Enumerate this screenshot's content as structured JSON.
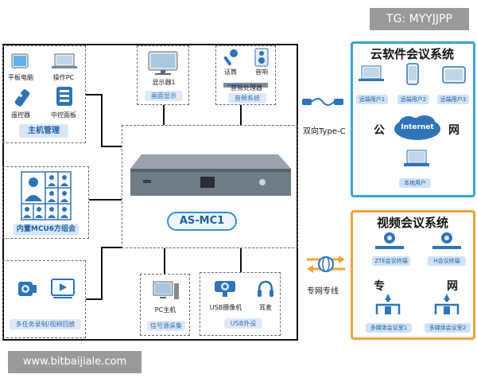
{
  "watermark_top": "TG: MYYJJPP",
  "watermark_bottom": "www.bitbaijiale.com",
  "device": {
    "name": "AS-MC1"
  },
  "host_group": {
    "items": [
      "平板电脑",
      "操作PC",
      "遥控器",
      "中控面板"
    ],
    "tag": "主机管理"
  },
  "display_group": {
    "item": "显示器1",
    "tag": "画面显示"
  },
  "audio_group": {
    "items": [
      "话筒",
      "音响",
      "音频处理器"
    ],
    "tag": "音频系统"
  },
  "mcu_group": {
    "tag": "内置MCU6方组会"
  },
  "record_group": {
    "tag": "多任务录制/视频回放"
  },
  "source_group": {
    "item": "PC主机",
    "tag": "信号源采集"
  },
  "usb_group": {
    "items": [
      "USB摄像机",
      "耳麦"
    ],
    "tag": "USB外设"
  },
  "link_typec": "双向Type-C",
  "link_private": "专网专线",
  "cloud_system": {
    "title": "云软件会议系统",
    "remote_users": [
      "远端用户1",
      "远端用户2",
      "远端用户3"
    ],
    "left_char": "公",
    "right_char": "网",
    "internet": "Internet",
    "local_user": "本地用户"
  },
  "video_system": {
    "title": "视频会议系统",
    "terminals": [
      "ZTE会议终端",
      "H会议终端"
    ],
    "left_char": "专",
    "right_char": "网",
    "rooms": [
      "多媒体会议室1",
      "多媒体会议室2"
    ]
  },
  "colors": {
    "cloud_frame": "#3aa3d8",
    "video_frame": "#f0a33c",
    "tag_bg": "#dfe9f5",
    "accent": "#2a6fb5"
  }
}
